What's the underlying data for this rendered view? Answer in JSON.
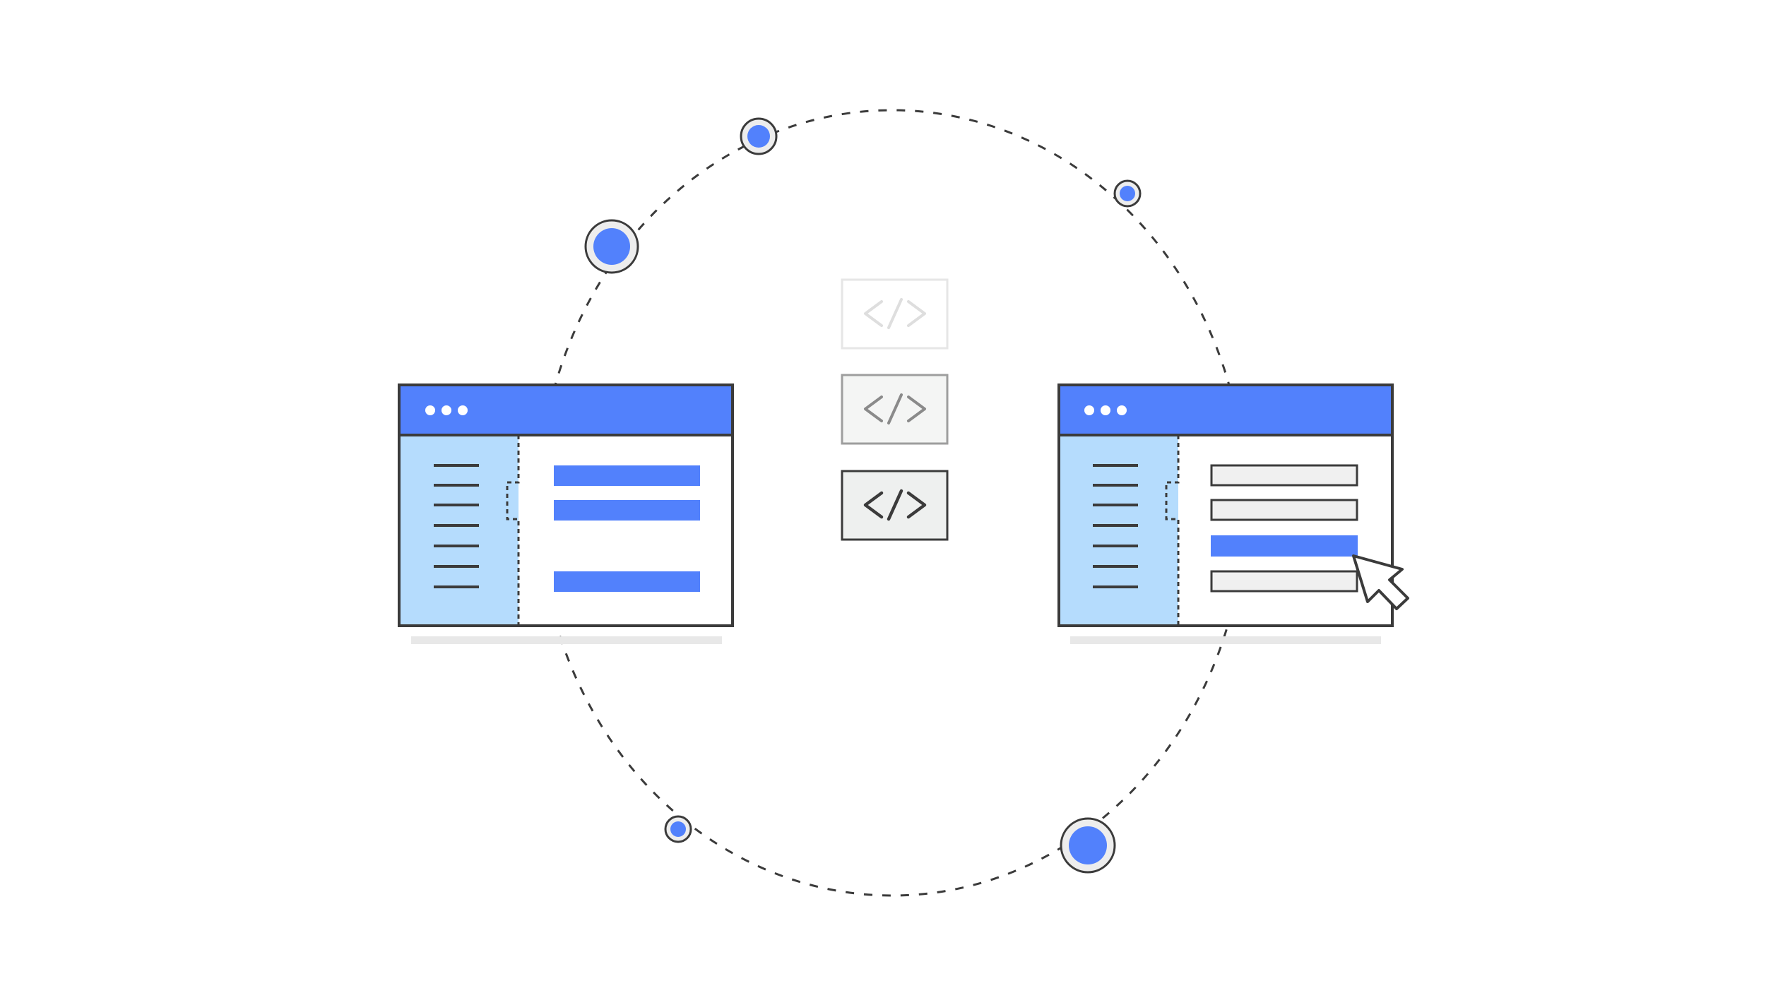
{
  "colors": {
    "background": "#ffffff",
    "accent_blue": "#5281fc",
    "sidebar_blue": "#b5dcfd",
    "outline": "#3b3b3b",
    "node_ring_fill": "#ededed",
    "shadow": "#e8e8e8",
    "row_fill": "#f0f0f0",
    "code_light_stroke": "#e6e6e6",
    "code_light_glyph": "#dedede",
    "code_mid_stroke": "#9e9e9e",
    "code_mid_fill": "#f4f5f4",
    "code_mid_glyph": "#8a8a8a",
    "code_dark_stroke": "#3b3b3b",
    "code_dark_fill": "#eef0ef",
    "code_dark_glyph": "#3b3b3b"
  },
  "icons": {
    "code_tag": "code-icon",
    "cursor": "mouse-pointer-icon",
    "window_controls": "window-dots-icon",
    "orbit_node": "node-dot-icon"
  },
  "diagram": {
    "code_snippet_count": 3,
    "left_window_content_bars": 3,
    "right_window_list_rows": 4,
    "right_window_selected_row": 3,
    "orbit_nodes": 6
  }
}
